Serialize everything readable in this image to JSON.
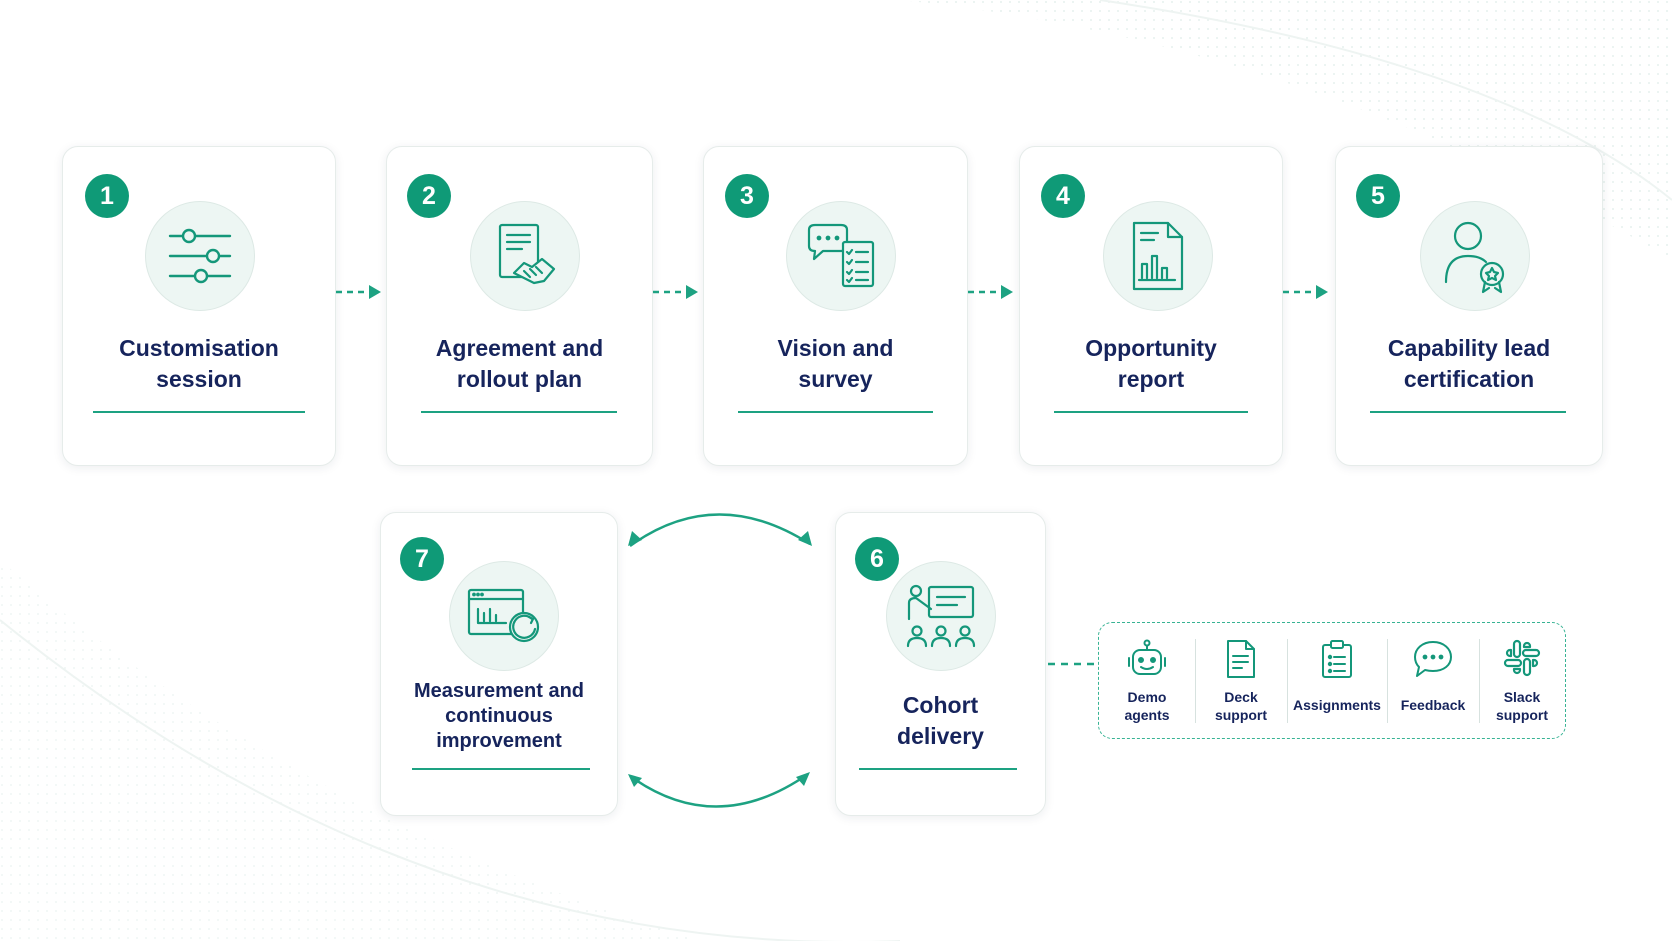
{
  "steps": [
    {
      "num": "1",
      "title_l1": "Customisation",
      "title_l2": "session",
      "icon": "sliders-icon"
    },
    {
      "num": "2",
      "title_l1": "Agreement and",
      "title_l2": "rollout plan",
      "icon": "handshake-document-icon"
    },
    {
      "num": "3",
      "title_l1": "Vision and",
      "title_l2": "survey",
      "icon": "chat-checklist-icon"
    },
    {
      "num": "4",
      "title_l1": "Opportunity",
      "title_l2": "report",
      "icon": "report-chart-icon"
    },
    {
      "num": "5",
      "title_l1": "Capability lead",
      "title_l2": "certification",
      "icon": "person-badge-icon"
    },
    {
      "num": "6",
      "title_l1": "Cohort",
      "title_l2": "delivery",
      "icon": "presenter-audience-icon"
    },
    {
      "num": "7",
      "title_l1": "Measurement and",
      "title_l2": "continuous",
      "title_l3": "improvement",
      "icon": "dashboard-refresh-icon"
    }
  ],
  "tools": [
    {
      "l1": "Demo",
      "l2": "agents",
      "icon": "robot-icon"
    },
    {
      "l1": "Deck",
      "l2": "support",
      "icon": "document-icon"
    },
    {
      "l1": "Assignments",
      "icon": "clipboard-icon"
    },
    {
      "l1": "Feedback",
      "icon": "speech-bubble-icon"
    },
    {
      "l1": "Slack",
      "l2": "support",
      "icon": "slack-icon"
    }
  ],
  "colors": {
    "accent": "#0f9a77",
    "title": "#16245c",
    "icon_bg": "#edf6f3"
  }
}
